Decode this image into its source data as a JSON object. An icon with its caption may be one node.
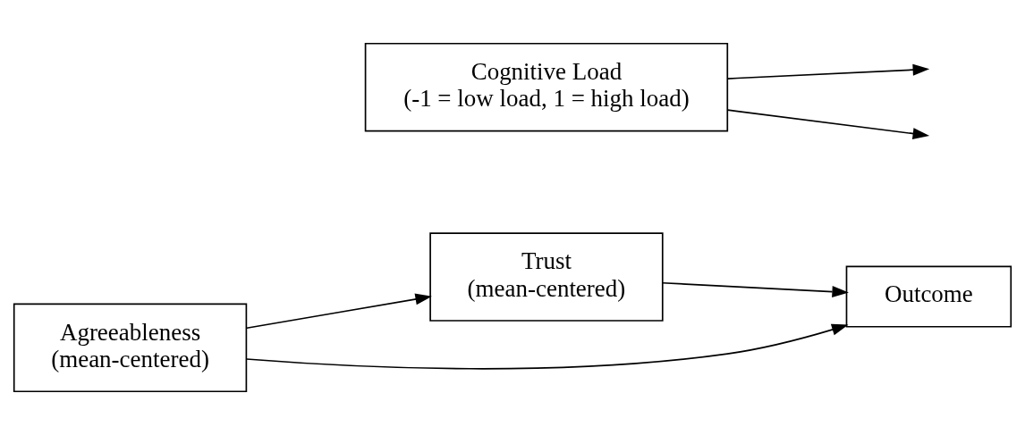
{
  "diagram": {
    "nodes": [
      {
        "text": [
          "Trust",
          "(mean-centered)"
        ]
      },
      {
        "text": [
          "Agreeableness",
          "(mean-centered)"
        ]
      },
      {
        "text": [
          "Outcome"
        ]
      },
      {
        "text": [
          "Cognitive Load",
          "(-1 = low load, 1 = high load)"
        ]
      }
    ],
    "edges": [
      {
        "from": 1,
        "to": 0,
        "arrow": "to"
      },
      {
        "from": 0,
        "to": 2,
        "arrow": "to"
      },
      {
        "from": 1,
        "to": 2,
        "arrow": "to"
      },
      {
        "from": 3,
        "to": null,
        "arrow": "to"
      },
      {
        "from": 3,
        "to": null,
        "arrow": "to"
      }
    ]
  }
}
